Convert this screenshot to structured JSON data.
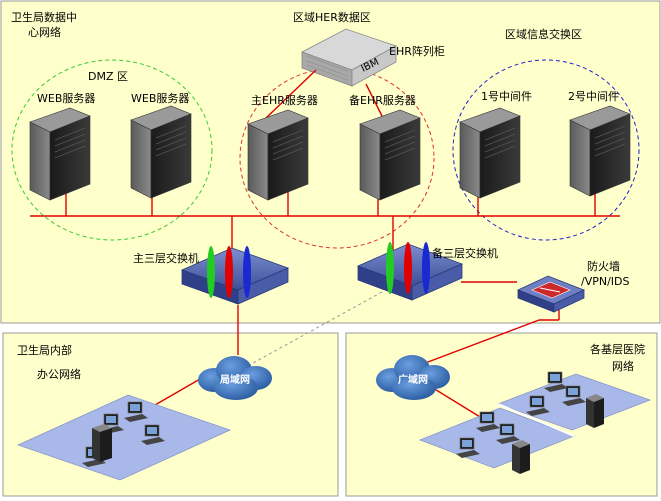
{
  "zones": {
    "datacenter": "卫生局数据中心网络",
    "datacenter_line1": "卫生局数据中",
    "datacenter_line2": "心网络",
    "her_area": "区域HER数据区",
    "exchange_area": "区域信息交换区",
    "dmz": "DMZ 区"
  },
  "servers": {
    "web1": "WEB服务器",
    "web2": "WEB服务器",
    "ehr_main": "主EHR服务器",
    "ehr_backup": "备EHR服务器",
    "mw1": "1号中间件",
    "mw2": "2号中间件"
  },
  "storage": {
    "label": "EHR阵列柜",
    "brand": "IBM"
  },
  "switches": {
    "main": "主三层交换机",
    "backup": "备三层交换机"
  },
  "firewall": {
    "line1": "防火墙",
    "line2": "/VPN/IDS"
  },
  "lan_box": {
    "line1": "卫生局内部",
    "line2": "办公网络",
    "cloud": "局域网"
  },
  "wan_box": {
    "line1": "各基层医院",
    "line2": "网络",
    "cloud": "广域网"
  },
  "colors": {
    "background": "#ffffcc",
    "link": "#e00000",
    "dmz_circle": "#33cc33",
    "her_circle": "#e03030",
    "exchange_circle": "#2222cc",
    "switch": "#4a5da8",
    "cloud": "#3a6fb5",
    "floor": "#a8b8e8"
  }
}
